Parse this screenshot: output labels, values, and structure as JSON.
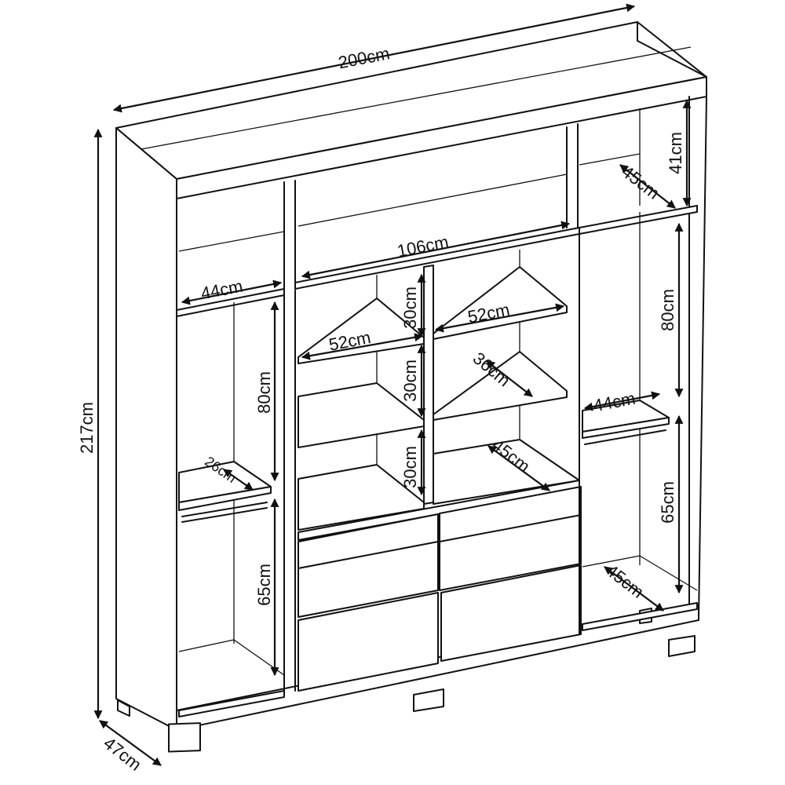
{
  "labels": {
    "width_total": "200cm",
    "height_total": "217cm",
    "depth_total": "47cm",
    "top_left_height": "41cm",
    "top_left_depth": "45cm",
    "center_width": "106cm",
    "left_width": "44cm",
    "left_upper_height": "80cm",
    "left_lower_height": "65cm",
    "left_rail_depth": "26cm",
    "shelf_left_width": "52cm",
    "shelf_right_width": "52cm",
    "shelf_gap_1": "30cm",
    "shelf_gap_2": "30cm",
    "shelf_gap_3": "30cm",
    "shelf_depth_36": "36cm",
    "shelf_depth_45": "45cm",
    "right_upper_height": "80cm",
    "right_width": "44cm",
    "right_lower_height": "65cm",
    "right_bottom_depth": "45cm"
  }
}
